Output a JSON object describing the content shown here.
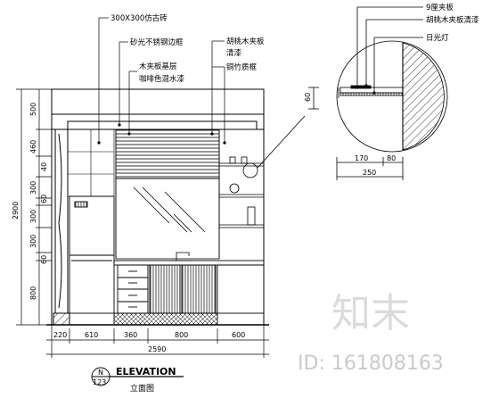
{
  "annotations": {
    "tile": "300X300仿古砖",
    "steel_edge": "砂光不锈钢边框",
    "veneer_base": "木夹板基层",
    "veneer_finish": "咖啡色混水漆",
    "walnut_panel": "胡桃木夹板",
    "clear_lacquer": "清漆",
    "copper_bamboo": "铜竹质框"
  },
  "detail_labels": {
    "plywood": "9厘夹板",
    "walnut_lacquer": "胡桃木夹板清漆",
    "fluorescent": "日光灯"
  },
  "detail_dims": {
    "h60": "60",
    "w170": "170",
    "w80": "80",
    "w250": "250"
  },
  "left_dims": {
    "total": "2900",
    "d500": "500",
    "d460": "460",
    "d40": "40",
    "d300a": "300",
    "d60": "60",
    "d300b": "300",
    "d300c": "300",
    "d60b": "60",
    "d800": "800"
  },
  "bottom_dims": {
    "d220": "220",
    "d610": "610",
    "d360": "360",
    "d800": "800",
    "d600": "600",
    "total": "2590"
  },
  "title_block": {
    "symbol_letter": "N",
    "symbol_number": "123",
    "title": "ELEVATION",
    "subtitle": "立面图"
  },
  "watermark": {
    "brand": "知末",
    "id": "ID: 161808163"
  },
  "colors": {
    "line": "#000000",
    "watermark": "#9a9a9a"
  }
}
